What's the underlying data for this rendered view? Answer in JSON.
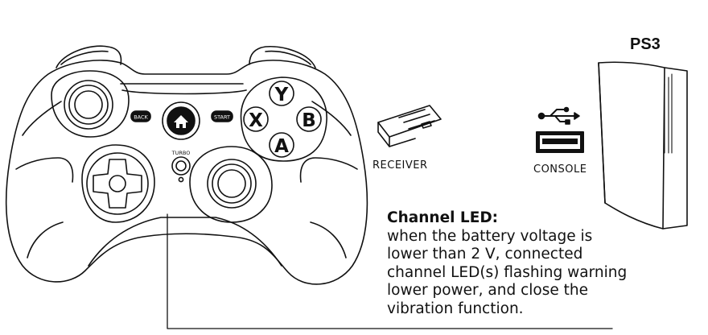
{
  "header": {
    "system_label": "PS3"
  },
  "controller": {
    "buttons": {
      "back": "BACK",
      "start": "START",
      "turbo": "TURBO",
      "y": "Y",
      "x": "X",
      "b": "B",
      "a": "A"
    },
    "home_icon": "home-icon"
  },
  "receiver": {
    "label": "RECEIVER",
    "icon": "usb-dongle-icon"
  },
  "console": {
    "label": "CONSOLE",
    "icon": "usb-port-icon",
    "symbol": "usb-symbol-icon"
  },
  "led_note": {
    "title": "Channel LED:",
    "lines": [
      "when the battery voltage is",
      "lower than 2 V, connected",
      "channel LED(s) flashing warning",
      "lower power, and close the",
      "vibration function."
    ]
  }
}
